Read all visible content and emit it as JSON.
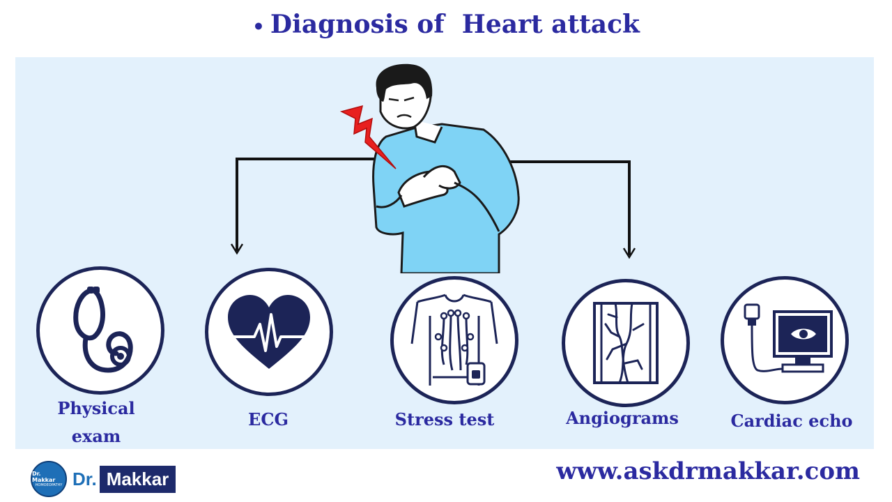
{
  "title": "Diagnosis of  Heart attack",
  "title_bullet": "•",
  "tests": [
    {
      "label_line1": "Physical",
      "label_line2": "exam",
      "icon": "stethoscope-icon"
    },
    {
      "label": "ECG",
      "icon": "heart-ecg-icon"
    },
    {
      "label": "Stress test",
      "icon": "stress-test-electrodes-icon"
    },
    {
      "label": "Angiograms",
      "icon": "angiogram-vessels-icon"
    },
    {
      "label": "Cardiac echo",
      "icon": "echocardiogram-monitor-icon"
    }
  ],
  "footer": {
    "badge_line1": "Dr. Makkar",
    "badge_line2": "HOMOEOPATHY",
    "brand_dr": "Dr.",
    "brand_name": "Makkar",
    "website": "www.askdrmakkar.com"
  },
  "colors": {
    "title": "#2b2aa0",
    "panel": "#e3f1fc",
    "circle_border": "#1c2457",
    "shirt": "#7fd3f5",
    "lightning": "#e8201f"
  }
}
